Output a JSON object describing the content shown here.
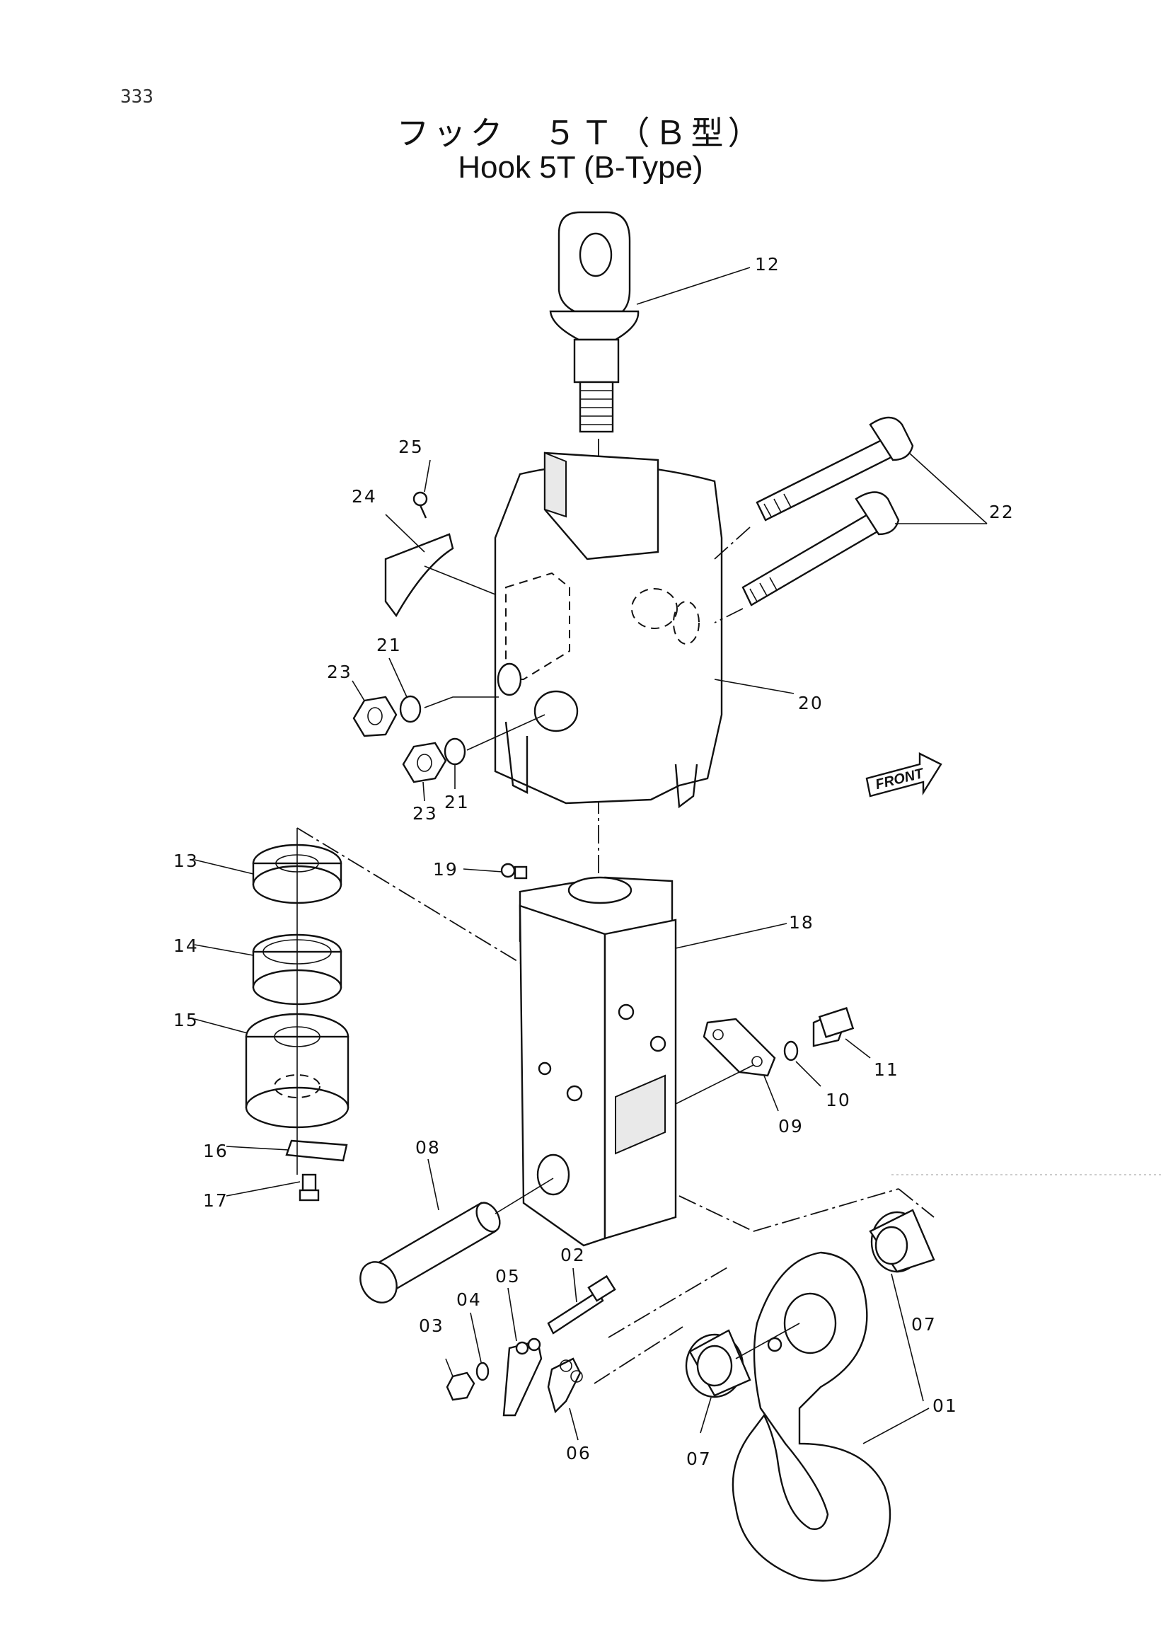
{
  "page_number": "333",
  "title_ja": "フック　５Ｔ（Ｂ型）",
  "title_en": "Hook 5T (B-Type)",
  "front_marker": "FRONT",
  "callouts": {
    "p01": "01",
    "p02": "02",
    "p03": "03",
    "p04": "04",
    "p05": "05",
    "p06": "06",
    "p07a": "07",
    "p07b": "07",
    "p08": "08",
    "p09": "09",
    "p10": "10",
    "p11": "11",
    "p12": "12",
    "p13": "13",
    "p14": "14",
    "p15": "15",
    "p16": "16",
    "p17": "17",
    "p18": "18",
    "p19": "19",
    "p20": "20",
    "p21a": "21",
    "p21b": "21",
    "p22": "22",
    "p23a": "23",
    "p23b": "23",
    "p24": "24",
    "p25": "25"
  }
}
